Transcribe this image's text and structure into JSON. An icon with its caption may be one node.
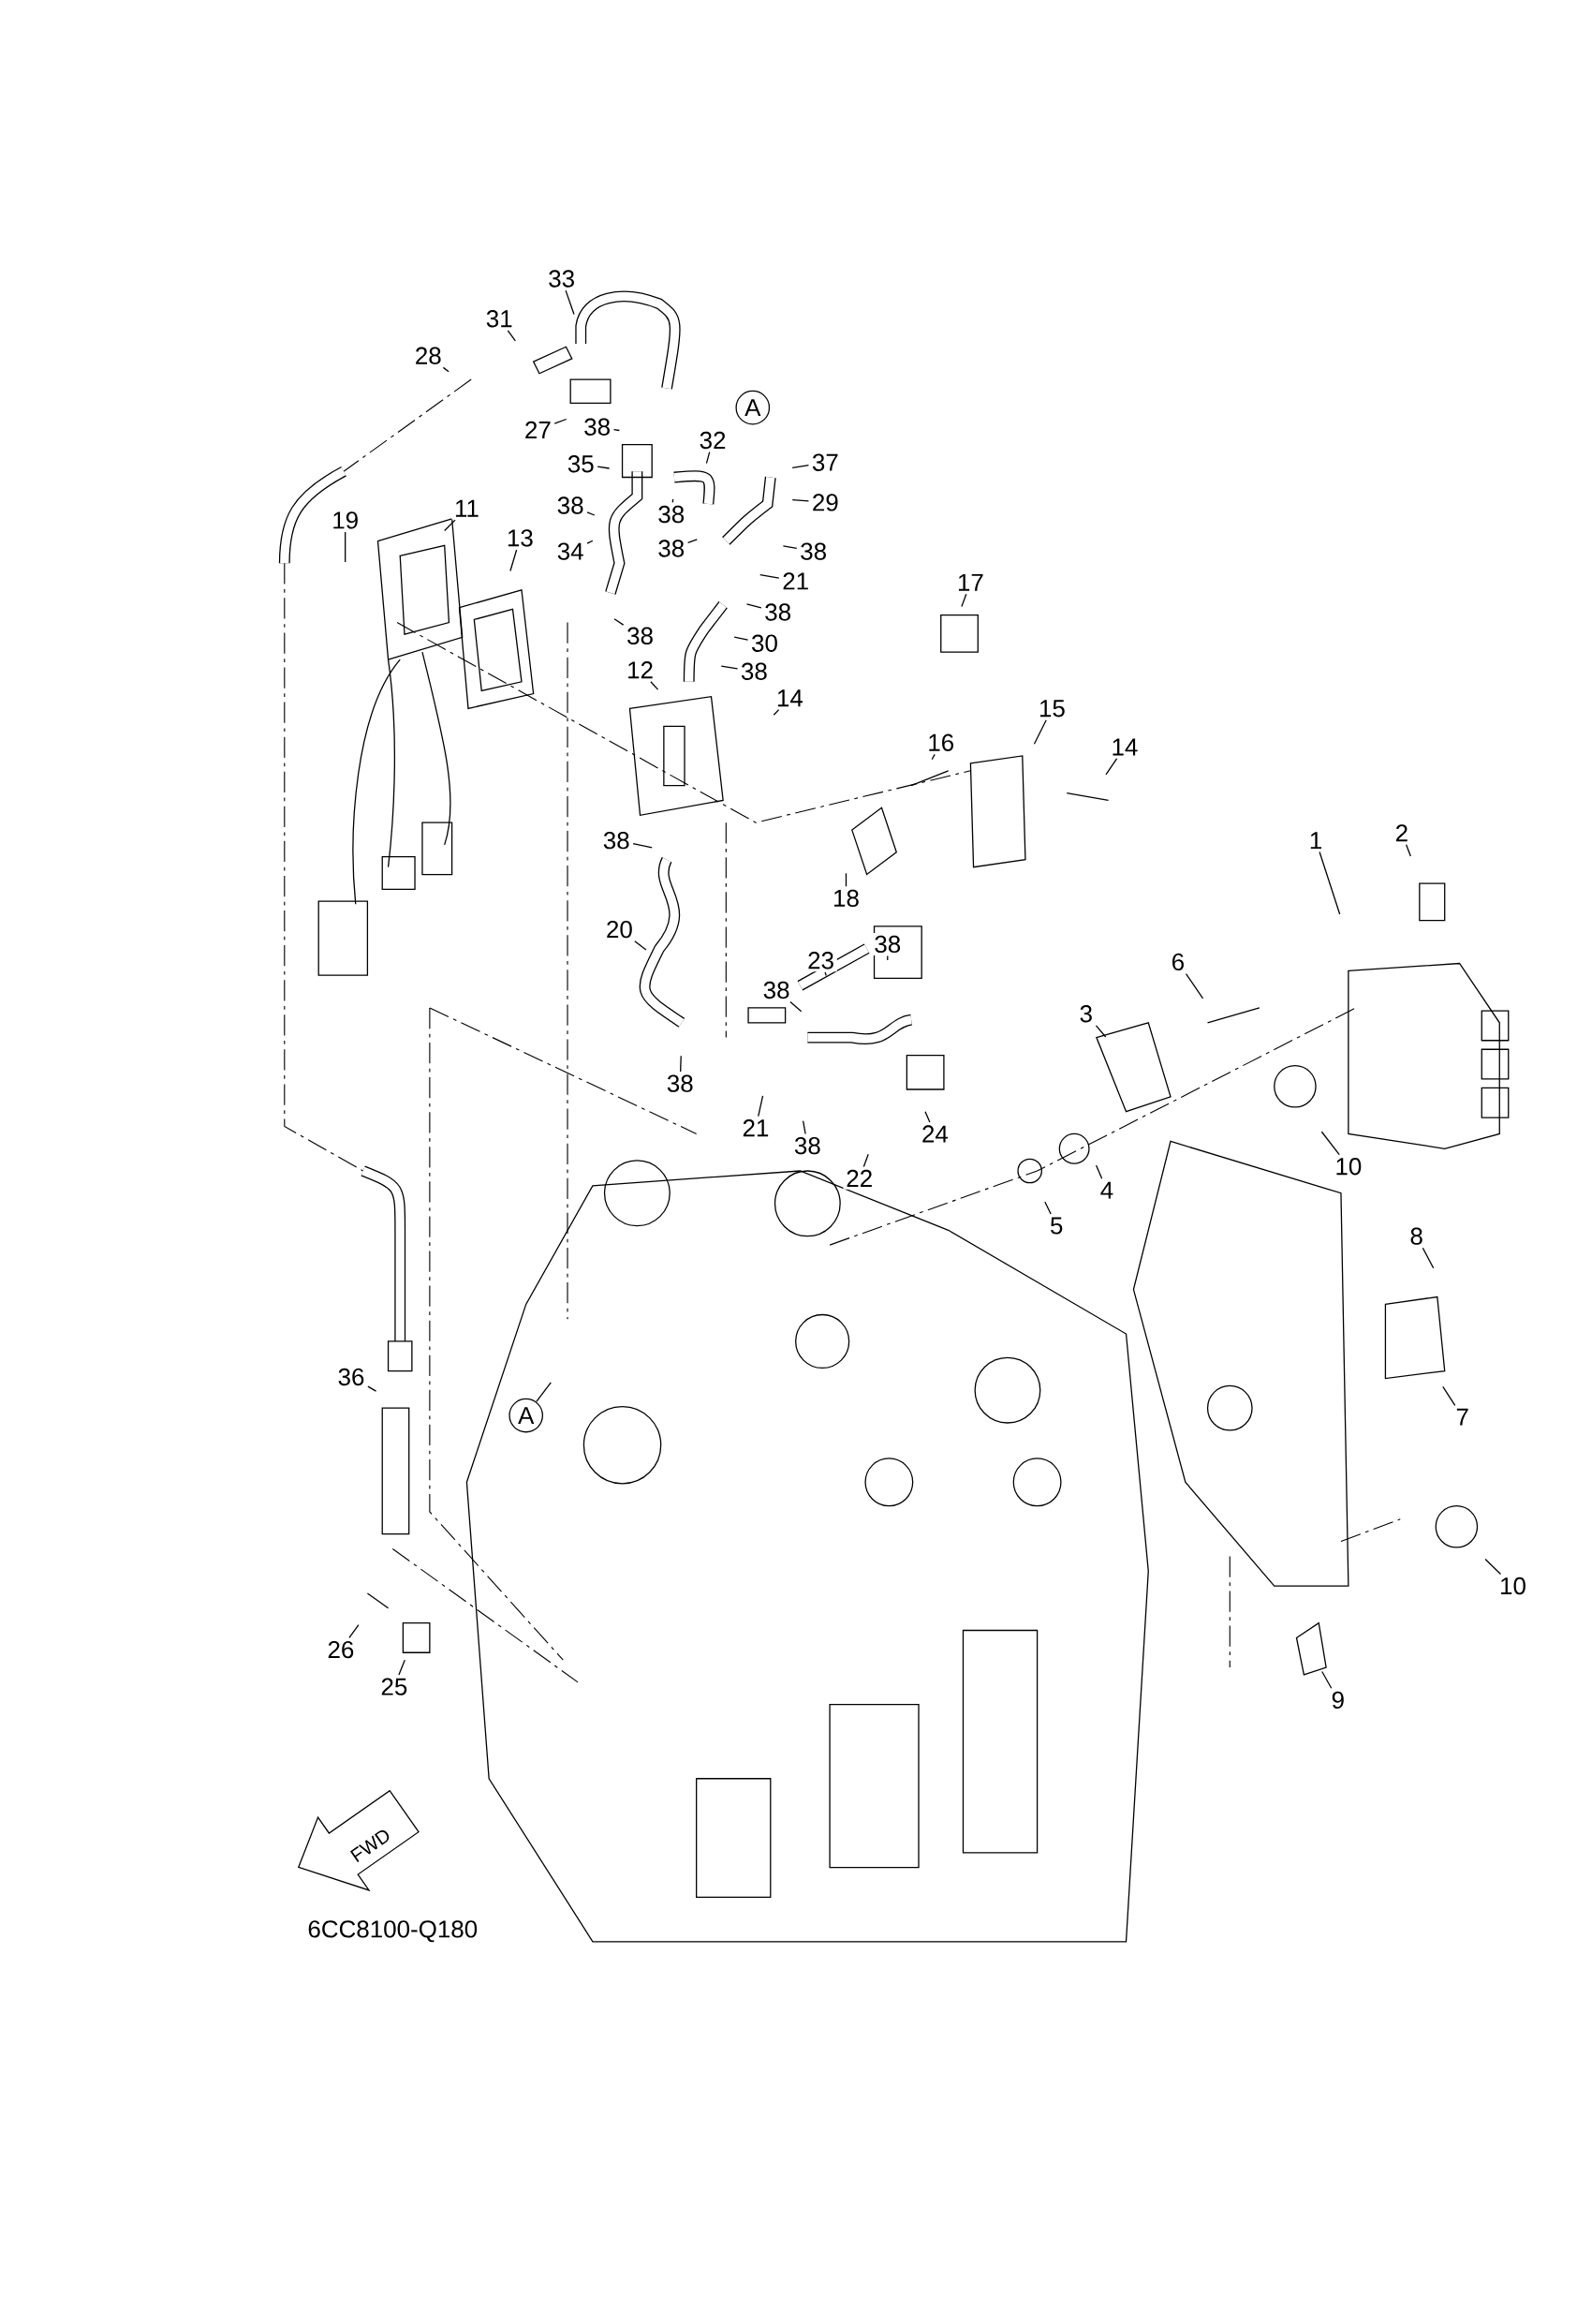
{
  "diagram": {
    "nodes": [
      {
        "text": [
          "33"
        ]
      },
      {
        "text": [
          "31"
        ]
      },
      {
        "text": [
          "28"
        ]
      },
      {
        "text": [
          "A"
        ]
      },
      {
        "text": [
          "27"
        ]
      },
      {
        "text": [
          "38"
        ]
      },
      {
        "text": [
          "32"
        ]
      },
      {
        "text": [
          "37"
        ]
      },
      {
        "text": [
          "35"
        ]
      },
      {
        "text": [
          "29"
        ]
      },
      {
        "text": [
          "38"
        ]
      },
      {
        "text": [
          "11"
        ]
      },
      {
        "text": [
          "38"
        ]
      },
      {
        "text": [
          "19"
        ]
      },
      {
        "text": [
          "13"
        ]
      },
      {
        "text": [
          "38"
        ]
      },
      {
        "text": [
          "38"
        ]
      },
      {
        "text": [
          "34"
        ]
      },
      {
        "text": [
          "21"
        ]
      },
      {
        "text": [
          "17"
        ]
      },
      {
        "text": [
          "38"
        ]
      },
      {
        "text": [
          "38"
        ]
      },
      {
        "text": [
          "30"
        ]
      },
      {
        "text": [
          "12"
        ]
      },
      {
        "text": [
          "38"
        ]
      },
      {
        "text": [
          "14"
        ]
      },
      {
        "text": [
          "15"
        ]
      },
      {
        "text": [
          "16"
        ]
      },
      {
        "text": [
          "14"
        ]
      },
      {
        "text": [
          "2"
        ]
      },
      {
        "text": [
          "38"
        ]
      },
      {
        "text": [
          "1"
        ]
      },
      {
        "text": [
          "18"
        ]
      },
      {
        "text": [
          "20"
        ]
      },
      {
        "text": [
          "38"
        ]
      },
      {
        "text": [
          "23"
        ]
      },
      {
        "text": [
          "6"
        ]
      },
      {
        "text": [
          "38"
        ]
      },
      {
        "text": [
          "3"
        ]
      },
      {
        "text": [
          "38"
        ]
      },
      {
        "text": [
          "21"
        ]
      },
      {
        "text": [
          "24"
        ]
      },
      {
        "text": [
          "38"
        ]
      },
      {
        "text": [
          "10"
        ]
      },
      {
        "text": [
          "22"
        ]
      },
      {
        "text": [
          "4"
        ]
      },
      {
        "text": [
          "5"
        ]
      },
      {
        "text": [
          "8"
        ]
      },
      {
        "text": [
          "36"
        ]
      },
      {
        "text": [
          "A"
        ]
      },
      {
        "text": [
          "7"
        ]
      },
      {
        "text": [
          "10"
        ]
      },
      {
        "text": [
          "26"
        ]
      },
      {
        "text": [
          "25"
        ]
      },
      {
        "text": [
          "9"
        ]
      }
    ],
    "edges": [
      {
        "from": 0,
        "to": null,
        "arrow": "none"
      },
      {
        "from": 1,
        "to": null,
        "arrow": "none"
      },
      {
        "from": 2,
        "to": null,
        "arrow": "none"
      },
      {
        "from": 4,
        "to": null,
        "arrow": "none"
      },
      {
        "from": 5,
        "to": null,
        "arrow": "none"
      },
      {
        "from": 6,
        "to": null,
        "arrow": "none"
      },
      {
        "from": 7,
        "to": null,
        "arrow": "none"
      },
      {
        "from": 8,
        "to": null,
        "arrow": "none"
      },
      {
        "from": 9,
        "to": null,
        "arrow": "none"
      },
      {
        "from": 10,
        "to": null,
        "arrow": "none"
      },
      {
        "from": 11,
        "to": null,
        "arrow": "none"
      },
      {
        "from": 12,
        "to": null,
        "arrow": "none"
      },
      {
        "from": 13,
        "to": null,
        "arrow": "none"
      },
      {
        "from": 14,
        "to": null,
        "arrow": "none"
      },
      {
        "from": 15,
        "to": null,
        "arrow": "none"
      },
      {
        "from": 16,
        "to": null,
        "arrow": "none"
      },
      {
        "from": 17,
        "to": null,
        "arrow": "none"
      },
      {
        "from": 18,
        "to": null,
        "arrow": "none"
      },
      {
        "from": 19,
        "to": null,
        "arrow": "none"
      },
      {
        "from": 20,
        "to": null,
        "arrow": "none"
      },
      {
        "from": 21,
        "to": null,
        "arrow": "none"
      },
      {
        "from": 22,
        "to": null,
        "arrow": "none"
      },
      {
        "from": 23,
        "to": null,
        "arrow": "none"
      },
      {
        "from": 24,
        "to": null,
        "arrow": "none"
      },
      {
        "from": 25,
        "to": null,
        "arrow": "none"
      },
      {
        "from": 26,
        "to": null,
        "arrow": "none"
      },
      {
        "from": 27,
        "to": null,
        "arrow": "none"
      },
      {
        "from": 28,
        "to": null,
        "arrow": "none"
      },
      {
        "from": 29,
        "to": null,
        "arrow": "none"
      },
      {
        "from": 30,
        "to": null,
        "arrow": "none"
      },
      {
        "from": 31,
        "to": null,
        "arrow": "none"
      },
      {
        "from": 32,
        "to": null,
        "arrow": "none"
      },
      {
        "from": 33,
        "to": null,
        "arrow": "none"
      },
      {
        "from": 34,
        "to": null,
        "arrow": "none"
      },
      {
        "from": 35,
        "to": null,
        "arrow": "none"
      },
      {
        "from": 36,
        "to": null,
        "arrow": "none"
      },
      {
        "from": 37,
        "to": null,
        "arrow": "none"
      },
      {
        "from": 38,
        "to": null,
        "arrow": "none"
      },
      {
        "from": 39,
        "to": null,
        "arrow": "none"
      },
      {
        "from": 40,
        "to": null,
        "arrow": "none"
      },
      {
        "from": 41,
        "to": null,
        "arrow": "none"
      },
      {
        "from": 42,
        "to": null,
        "arrow": "none"
      },
      {
        "from": 43,
        "to": null,
        "arrow": "none"
      },
      {
        "from": 44,
        "to": null,
        "arrow": "none"
      },
      {
        "from": 45,
        "to": null,
        "arrow": "none"
      },
      {
        "from": 46,
        "to": null,
        "arrow": "none"
      },
      {
        "from": 47,
        "to": null,
        "arrow": "none"
      },
      {
        "from": 48,
        "to": null,
        "arrow": "none"
      },
      {
        "from": 49,
        "to": null,
        "arrow": "none"
      },
      {
        "from": 50,
        "to": null,
        "arrow": "none"
      },
      {
        "from": 51,
        "to": null,
        "arrow": "none"
      },
      {
        "from": 52,
        "to": null,
        "arrow": "none"
      },
      {
        "from": 53,
        "to": null,
        "arrow": "none"
      },
      {
        "from": 54,
        "to": null,
        "arrow": "none"
      }
    ],
    "labels": [
      "FWD",
      "6CC8100-Q180"
    ]
  }
}
